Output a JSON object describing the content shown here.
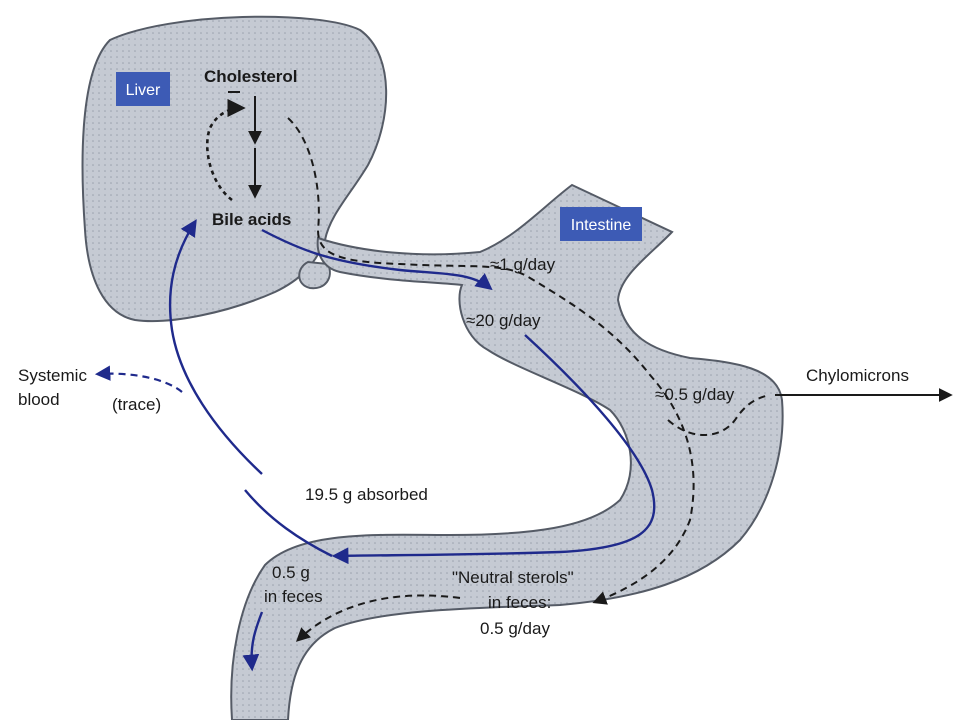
{
  "labels": {
    "liver": "Liver",
    "intestine": "Intestine",
    "cholesterol": "Cholesterol",
    "bile_acids": "Bile acids",
    "one_g_day": "≈1 g/day",
    "twenty_g_day": "≈20 g/day",
    "half_g_day": "≈0.5 g/day",
    "chylomicrons": "Chylomicrons",
    "systemic": "Systemic",
    "blood": "blood",
    "trace": "(trace)",
    "absorbed": "19.5 g absorbed",
    "half_g": "0.5 g",
    "in_feces": "in feces",
    "neutral_sterols": "\"Neutral sterols\"",
    "in_feces_colon": "in feces:",
    "neutral_amount": "0.5 g/day"
  },
  "colors": {
    "organ_fill": "#c5cad3",
    "organ_stroke": "#555b66",
    "box_fill": "#3d5bb5",
    "blue_arrow": "#1f2a8c"
  }
}
